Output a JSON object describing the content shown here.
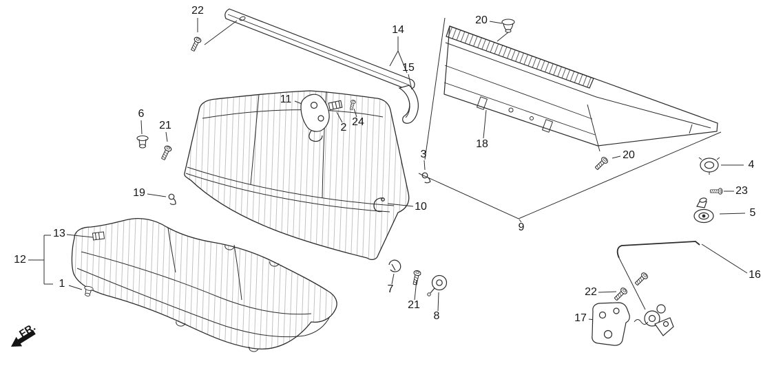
{
  "diagram": {
    "direction_label": "FR.",
    "callouts": [
      {
        "part": "22"
      },
      {
        "part": "14"
      },
      {
        "part": "15"
      },
      {
        "part": "20"
      },
      {
        "part": "11"
      },
      {
        "part": "2"
      },
      {
        "part": "24"
      },
      {
        "part": "6"
      },
      {
        "part": "21"
      },
      {
        "part": "3"
      },
      {
        "part": "18"
      },
      {
        "part": "20"
      },
      {
        "part": "4"
      },
      {
        "part": "23"
      },
      {
        "part": "5"
      },
      {
        "part": "10"
      },
      {
        "part": "9"
      },
      {
        "part": "19"
      },
      {
        "part": "13"
      },
      {
        "part": "12"
      },
      {
        "part": "1"
      },
      {
        "part": "7"
      },
      {
        "part": "21"
      },
      {
        "part": "8"
      },
      {
        "part": "16"
      },
      {
        "part": "22"
      },
      {
        "part": "17"
      }
    ]
  }
}
